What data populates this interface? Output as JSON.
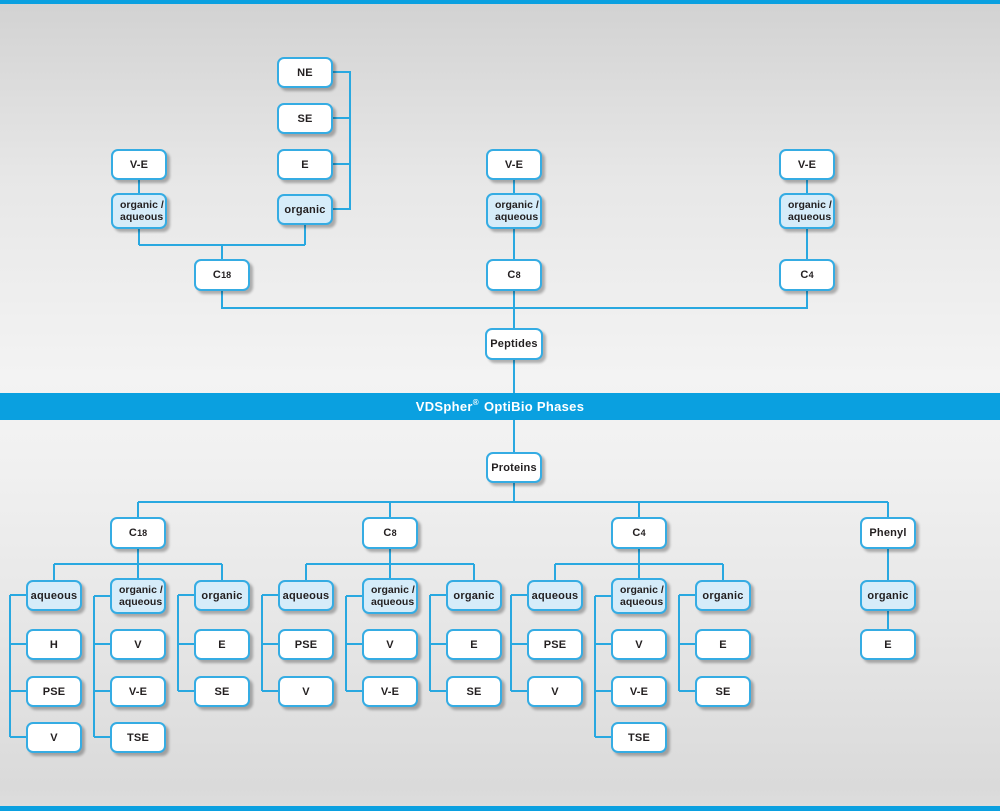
{
  "banner": {
    "brand": "VDSpher",
    "reg": "®",
    "rest": "OptiBio Phases"
  },
  "colors": {
    "accent_blue": "#0AA0E0",
    "line_blue": "#29A8E0",
    "box_fill_light": "#D6ECF9",
    "box_fill": "#FFFFFF",
    "text": "#231F20"
  },
  "peptides_section": {
    "root": "Peptides",
    "c18": {
      "prefix": "C",
      "digits": "18",
      "ve": "V-E",
      "organic_aqueous": {
        "line1": "organic /",
        "line2": "aqueous"
      },
      "esters": [
        "NE",
        "SE",
        "E"
      ],
      "organic": "organic"
    },
    "c8": {
      "prefix": "C",
      "digits": "8",
      "ve": "V-E",
      "organic_aqueous": {
        "line1": "organic /",
        "line2": "aqueous"
      }
    },
    "c4": {
      "prefix": "C",
      "digits": "4",
      "ve": "V-E",
      "organic_aqueous": {
        "line1": "organic /",
        "line2": "aqueous"
      }
    }
  },
  "proteins_section": {
    "root": "Proteins",
    "columns": [
      {
        "prefix": "C",
        "digits": "18",
        "modes": [
          {
            "label": "aqueous",
            "children": [
              "H",
              "PSE",
              "V"
            ]
          },
          {
            "line1": "organic /",
            "line2": "aqueous",
            "children": [
              "V",
              "V-E",
              "TSE"
            ]
          },
          {
            "label": "organic",
            "children": [
              "E",
              "SE"
            ]
          }
        ]
      },
      {
        "prefix": "C",
        "digits": "8",
        "modes": [
          {
            "label": "aqueous",
            "children": [
              "PSE",
              "V"
            ]
          },
          {
            "line1": "organic /",
            "line2": "aqueous",
            "children": [
              "V",
              "V-E"
            ]
          },
          {
            "label": "organic",
            "children": [
              "E",
              "SE"
            ]
          }
        ]
      },
      {
        "prefix": "C",
        "digits": "4",
        "modes": [
          {
            "label": "aqueous",
            "children": [
              "PSE",
              "V"
            ]
          },
          {
            "line1": "organic /",
            "line2": "aqueous",
            "children": [
              "V",
              "V-E",
              "TSE"
            ]
          },
          {
            "label": "organic",
            "children": [
              "E",
              "SE"
            ]
          }
        ]
      },
      {
        "prefix": "Phenyl",
        "digits": "",
        "modes": [
          {
            "label": "organic",
            "children": [
              "E"
            ]
          }
        ]
      }
    ]
  }
}
